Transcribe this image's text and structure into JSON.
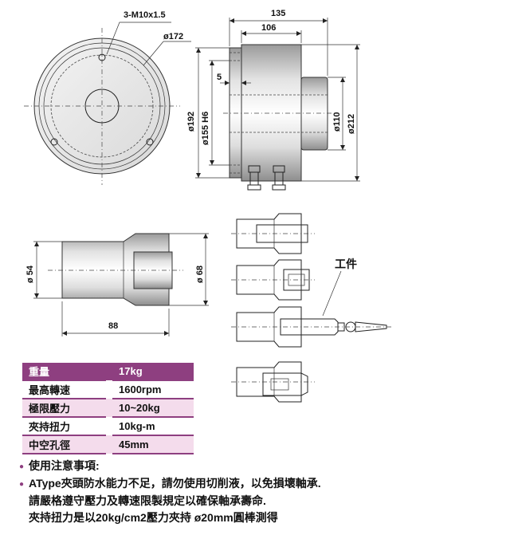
{
  "diagram": {
    "labels": {
      "thread": "3-M10x1.5",
      "dia172": "ø172",
      "dim135": "135",
      "dim106": "106",
      "dim5": "5",
      "dia192": "ø192",
      "dia155": "ø155 H6",
      "dia110": "ø110",
      "dia212": "ø212",
      "dia54": "ø 54",
      "dia68": "ø 68",
      "dim88": "88",
      "workpiece": "工件"
    }
  },
  "specs": {
    "rows": [
      {
        "label": "重量",
        "value": "17kg"
      },
      {
        "label": "最高轉速",
        "value": "1600rpm"
      },
      {
        "label": "極限壓力",
        "value": "10~20kg"
      },
      {
        "label": "夾持扭力",
        "value": "10kg-m"
      },
      {
        "label": "中空孔徑",
        "value": "45mm"
      }
    ]
  },
  "notes": {
    "heading": "使用注意事項:",
    "item1_line1": "AType夾頭防水能力不足，請勿使用切削液，以免損壞軸承.",
    "item1_line2": "請嚴格遵守壓力及轉速限製規定以確保軸承壽命.",
    "item1_line3": "夾持扭力是以20kg/cm2壓力夾持 ø20mm圓棒測得"
  },
  "colors": {
    "accent": "#8e3f80",
    "row_tint": "#f4dcec"
  }
}
